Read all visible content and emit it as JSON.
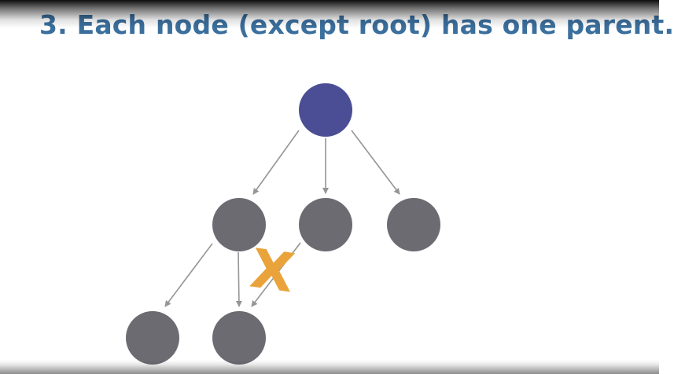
{
  "slide": {
    "title": "3. Each node (except root) has one parent.",
    "invalid_mark": "X"
  },
  "colors": {
    "title": "#3b6f9d",
    "root_node": "#4b4e94",
    "node": "#6c6b72",
    "edge": "#959595",
    "invalid_mark": "#e9a33a"
  },
  "tree": {
    "nodes": [
      "root",
      "child-1",
      "child-2",
      "child-3",
      "grandchild-1",
      "grandchild-2"
    ],
    "edges": [
      [
        "root",
        "child-1"
      ],
      [
        "root",
        "child-2"
      ],
      [
        "root",
        "child-3"
      ],
      [
        "child-1",
        "grandchild-1"
      ],
      [
        "child-1",
        "grandchild-2"
      ],
      [
        "child-2",
        "grandchild-2"
      ]
    ],
    "invalid_edge": [
      "child-2",
      "grandchild-2"
    ]
  }
}
